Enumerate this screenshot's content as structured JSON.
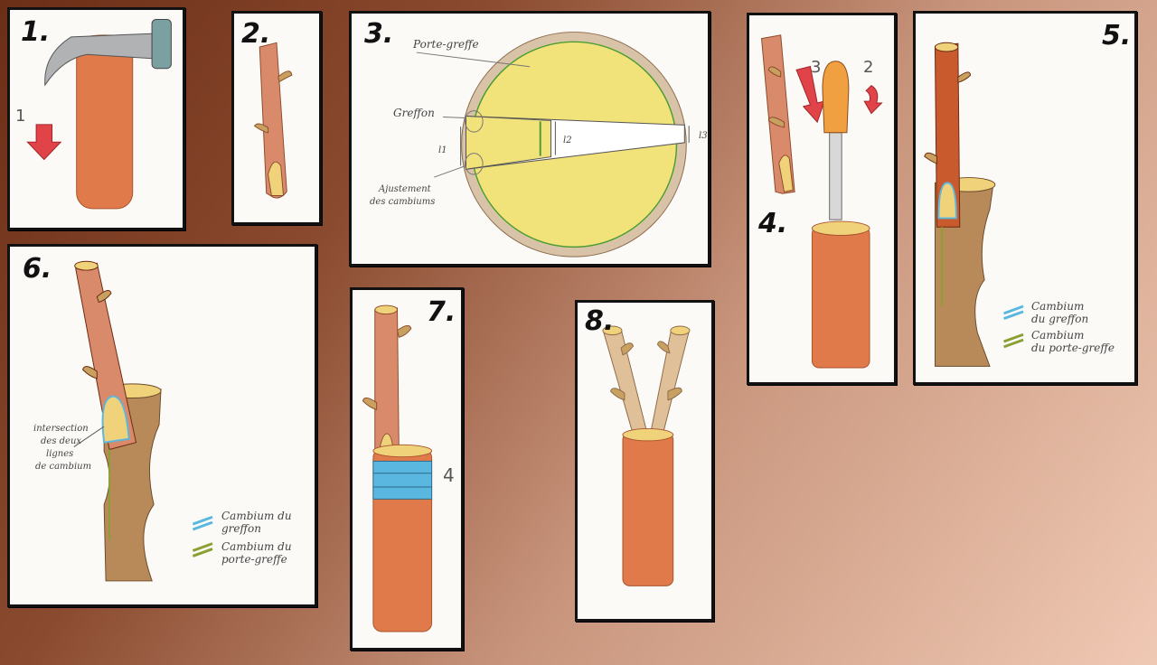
{
  "steps": {
    "s1": {
      "number": "1.",
      "arrow_label": "1"
    },
    "s2": {
      "number": "2."
    },
    "s3": {
      "number": "3.",
      "porte_greffe": "Porte-greffe",
      "greffon": "Greffon",
      "l1": "l1",
      "l2": "l2",
      "l3": "l3",
      "ajustement_line1": "Ajustement",
      "ajustement_line2": "des cambiums"
    },
    "s4": {
      "number": "4.",
      "label_3": "3",
      "label_2": "2"
    },
    "s5": {
      "number": "5.",
      "legend_blue_line1": "Cambium",
      "legend_blue_line2": "du greffon",
      "legend_green_line1": "Cambium",
      "legend_green_line2": "du porte-greffe"
    },
    "s6": {
      "number": "6.",
      "intersection_line1": "intersection",
      "intersection_line2": "des deux",
      "intersection_line3": "lignes",
      "intersection_line4": "de cambium",
      "legend_blue_line1": "Cambium du",
      "legend_blue_line2": "greffon",
      "legend_green_line1": "Cambium du",
      "legend_green_line2": "porte-greffe"
    },
    "s7": {
      "number": "7.",
      "side_label": "4"
    },
    "s8": {
      "number": "8."
    }
  },
  "colors": {
    "background_dark": "#6b2e16",
    "background_light": "#f0c9b4",
    "wood": "#e07a4a",
    "wood_dark": "#c85a2e",
    "scion": "#d98a6a",
    "cut": "#f0d27a",
    "cambium_blue": "#5ab8e0",
    "cambium_green": "#8aa033",
    "arrow_red": "#e04448",
    "handle_orange": "#f0a040"
  }
}
